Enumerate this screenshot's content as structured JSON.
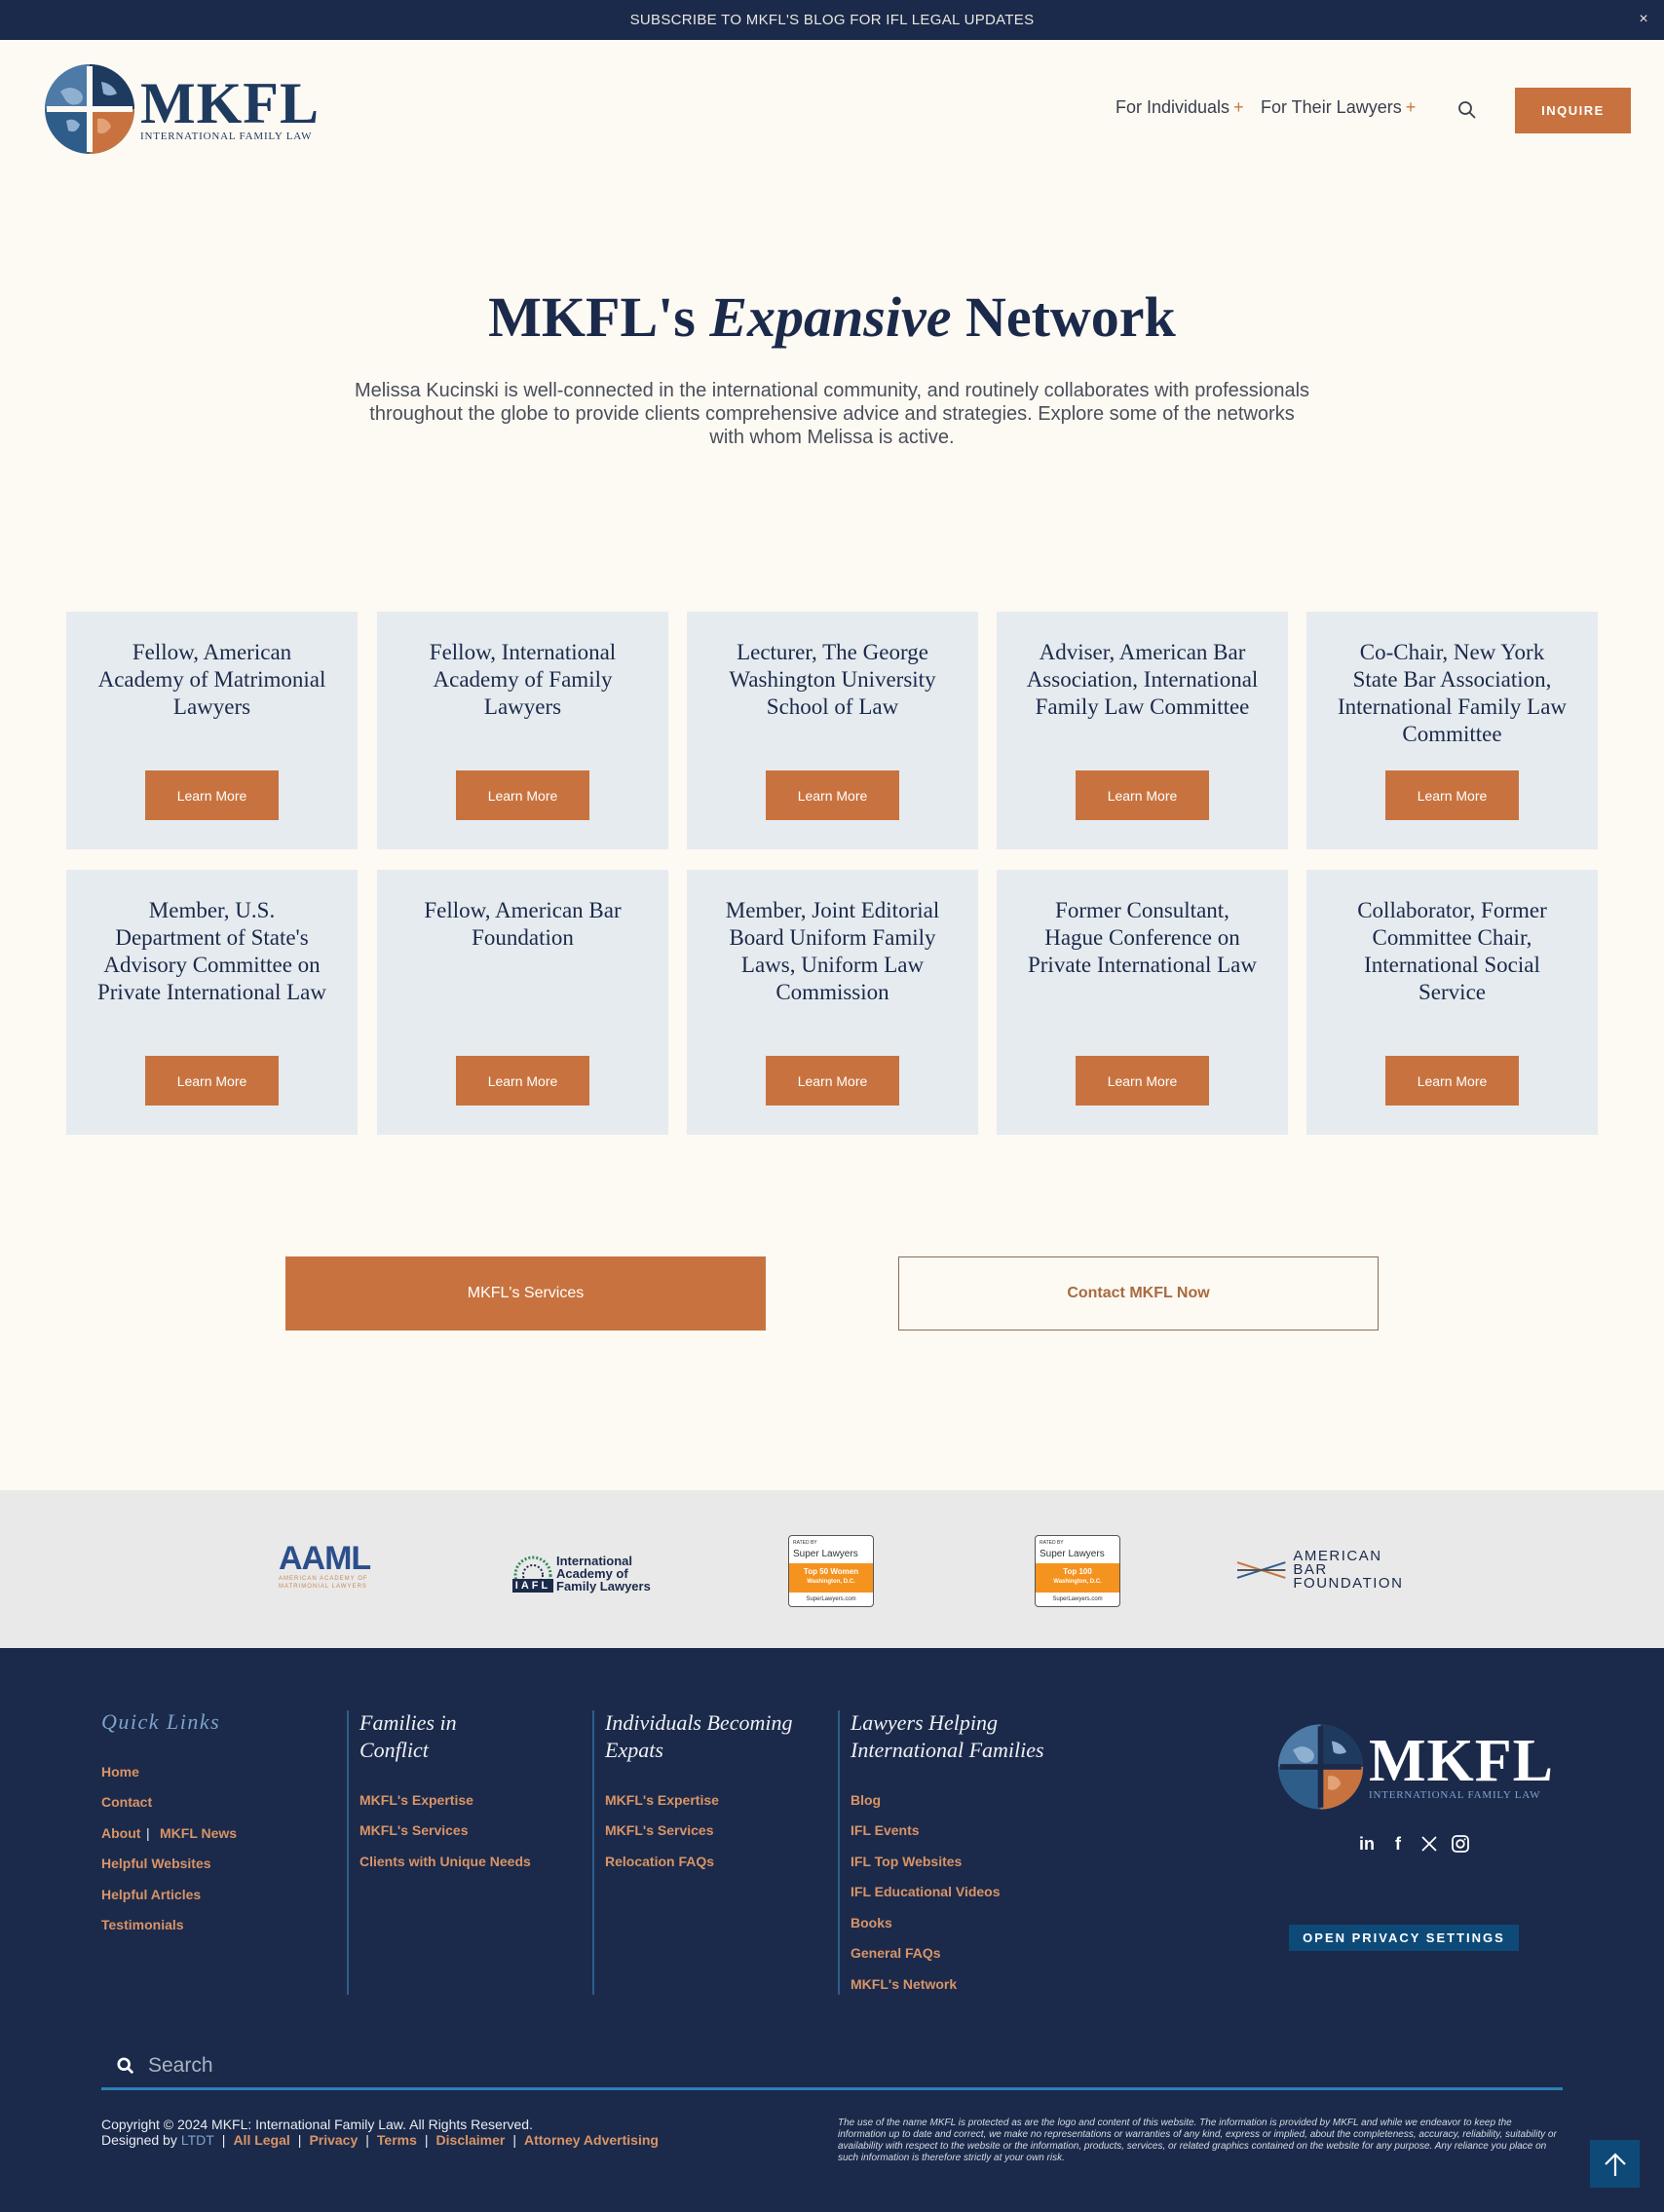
{
  "banner": {
    "text": "SUBSCRIBE TO MKFL'S BLOG FOR IFL LEGAL UPDATES",
    "close": "×"
  },
  "header": {
    "logo_text": "MKFL",
    "logo_subtext": "INTERNATIONAL FAMILY LAW",
    "nav": [
      {
        "label": "For Individuals",
        "icon": "+"
      },
      {
        "label": "For Their Lawyers",
        "icon": "+"
      }
    ],
    "search_icon": "search-icon",
    "inquire_label": "INQUIRE"
  },
  "hero": {
    "title_pre": "MKFL's ",
    "title_em": "Expansive",
    "title_post": " Network",
    "text": "Melissa Kucinski is well-connected in the international community, and routinely collaborates with professionals throughout the globe to provide clients comprehensive advice and strategies.   Explore some of the networks with whom Melissa is active."
  },
  "cards": [
    {
      "title": "Fellow, American Academy of Matrimonial Lawyers",
      "button": "Learn More"
    },
    {
      "title": "Fellow, International Academy of Family Lawyers",
      "button": "Learn More"
    },
    {
      "title": "Lecturer, The George Washington University School of Law",
      "button": "Learn More"
    },
    {
      "title": "Adviser, American Bar Association, International Family Law Committee",
      "button": "Learn More"
    },
    {
      "title": "Co-Chair, New York State Bar Association, International Family Law Committee",
      "button": "Learn More"
    },
    {
      "title": "Member, U.S. Department of State's Advisory Committee on Private International Law",
      "button": "Learn More"
    },
    {
      "title": "Fellow, American Bar Foundation",
      "button": "Learn More"
    },
    {
      "title": "Member, Joint Editorial Board Uniform Family Laws, Uniform Law Commission",
      "button": "Learn More"
    },
    {
      "title": "Former Consultant, Hague Conference on Private International Law",
      "button": "Learn More"
    },
    {
      "title": "Collaborator, Former Committee Chair, International Social Service",
      "button": "Learn More"
    }
  ],
  "cta": {
    "services": "MKFL's Services",
    "contact": "Contact MKFL Now"
  },
  "logos": {
    "aaml": {
      "name": "AAML",
      "sub": "AMERICAN ACADEMY OF MATRIMONIAL LAWYERS"
    },
    "iafl": {
      "abbr": "IAFL",
      "name_lines": [
        "International",
        "Academy of",
        "Family Lawyers"
      ]
    },
    "badge1": {
      "rated": "RATED BY",
      "brand": "Super Lawyers",
      "line1": "Top 50 Women",
      "line2": "Washington, D.C.",
      "site": "SuperLawyers.com"
    },
    "badge2": {
      "rated": "RATED BY",
      "brand": "Super Lawyers",
      "line1": "Top 100",
      "line2": "Washington, D.C.",
      "site": "SuperLawyers.com"
    },
    "abf": {
      "line1": "AMERICAN BAR",
      "line2": "FOUNDATION"
    }
  },
  "footer": {
    "quick_links_title": "Quick Links",
    "quick_links": [
      "Home",
      "Contact",
      "About",
      "MKFL News",
      "Helpful Websites",
      "Helpful Articles",
      "Testimonials"
    ],
    "families_title_1": "Families in",
    "families_title_2": "Conflict",
    "families_links": [
      "MKFL's Expertise",
      "MKFL's Services",
      "Clients with Unique Needs"
    ],
    "expats_title_1": "Individuals Becoming",
    "expats_title_2": "Expats",
    "expats_links": [
      "MKFL's Expertise",
      "MKFL's Services",
      "Relocation FAQs"
    ],
    "lawyers_title_1": "Lawyers Helping",
    "lawyers_title_2": "International Families",
    "lawyers_links": [
      "Blog",
      "IFL Events",
      "IFL Top Websites",
      "IFL Educational Videos",
      "Books",
      "General FAQs",
      "MKFL's Network"
    ],
    "logo_text": "MKFL",
    "logo_subtext": "INTERNATIONAL FAMILY LAW",
    "social": [
      "linkedin-icon",
      "facebook-icon",
      "x-icon",
      "instagram-icon"
    ],
    "privacy_button": "OPEN PRIVACY SETTINGS",
    "search_placeholder": "Search",
    "copyright": "Copyright © 2024 MKFL: International Family Law. All Rights Reserved.",
    "designed_by": "Designed by",
    "designer": "LTDT",
    "legal_links": [
      "All Legal",
      "Privacy",
      "Terms",
      "Disclaimer",
      "Attorney Advertising"
    ],
    "disclaimer": "The use of the name MKFL is protected as are the logo and content of this website. The information is provided by MKFL and while we endeavor to keep the information up to date and correct, we make no representations or warranties of any kind, express or implied, about the completeness, accuracy, reliability, suitability or availability with respect to the website or the information, products, services, or related graphics contained on the website for any purpose. Any reliance you place on such information is therefore strictly at your own risk."
  },
  "colors": {
    "navy": "#1b2a4a",
    "accent": "#c8733f",
    "card_bg": "#e6ebef",
    "page_bg": "#fdf9f3",
    "link": "#d99467",
    "footer_blue": "#2e7fb8"
  }
}
